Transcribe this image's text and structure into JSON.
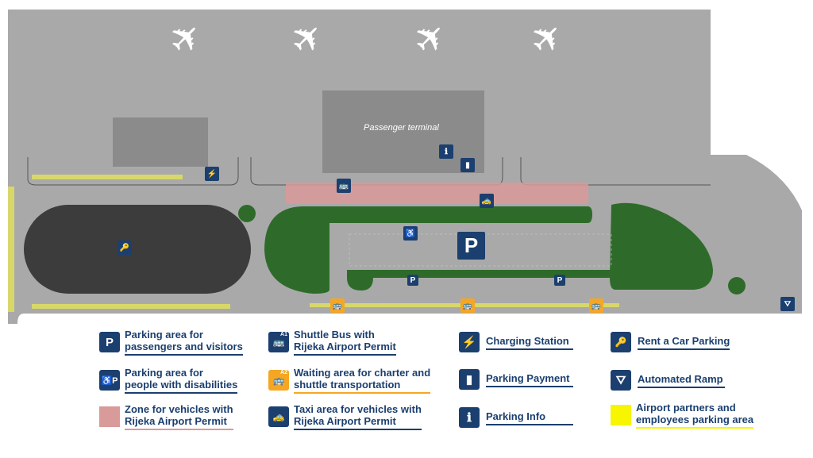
{
  "map": {
    "terminal_label": "Passenger terminal",
    "big_parking_icon": "P",
    "small_parking_icon": "P",
    "shuttle_badge": "A1",
    "waiting_badge": "A2"
  },
  "legend": [
    {
      "icon": "P",
      "label_1": "Parking area for",
      "label_2": "passengers and visitors"
    },
    {
      "icon": "♿P",
      "label_1": "Parking area for",
      "label_2": "people with disabilities"
    },
    {
      "label_1": "Zone for vehicles with",
      "label_2": "Rijeka Airport Permit"
    },
    {
      "icon": "🚌",
      "badge": "A1",
      "label_1": "Shuttle Bus with",
      "label_2": "Rijeka Airport Permit"
    },
    {
      "icon": "🚌",
      "badge": "A2",
      "label_1": "Waiting area for charter and",
      "label_2": "shuttle transportation"
    },
    {
      "icon": "🚕",
      "label_1": "Taxi area for vehicles with",
      "label_2": "Rijeka Airport Permit"
    },
    {
      "icon": "⚡",
      "label_1": "Charging Station"
    },
    {
      "icon": "▮",
      "label_1": "Parking Payment"
    },
    {
      "icon": "ℹ",
      "label_1": "Parking Info"
    },
    {
      "icon": "🔑",
      "label_1": "Rent a Car Parking"
    },
    {
      "icon": "⛛",
      "label_1": "Automated Ramp"
    },
    {
      "label_1": "Airport partners and",
      "label_2": "employees parking area"
    }
  ],
  "colors": {
    "navy": "#1b3f6f",
    "orange": "#f5a623",
    "permit_zone": "#d99a9a",
    "partners": "#f7f500",
    "green": "#2e6b2a",
    "apron": "#a9a9a9"
  }
}
